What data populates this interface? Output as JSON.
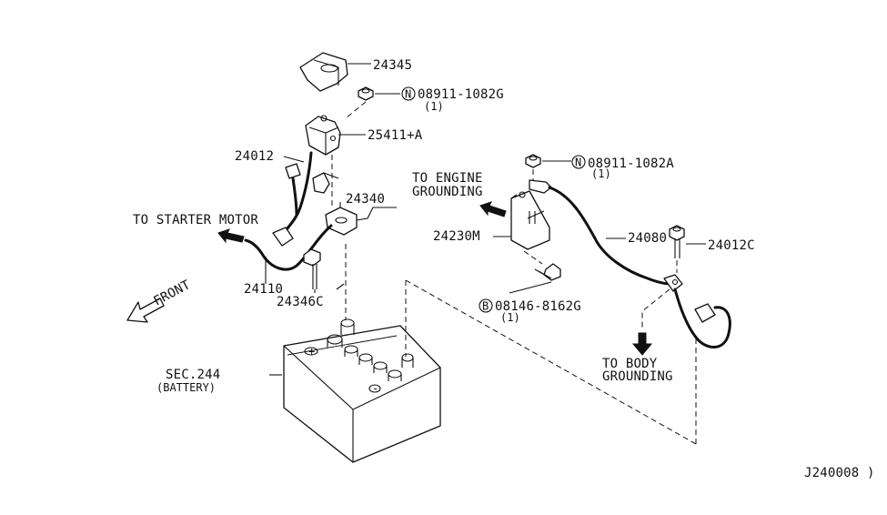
{
  "parts": {
    "p24345": "24345",
    "p08911_1082G": "08911-1082G",
    "p08911_1082G_qty": "(1)",
    "p25411A": "25411+A",
    "p24012": "24012",
    "p24340": "24340",
    "p24110": "24110",
    "p24346C": "24346C",
    "p24230M": "24230M",
    "p08911_1082A": "08911-1082A",
    "p08911_1082A_qty": "(1)",
    "p24080": "24080",
    "p24012C": "24012C",
    "p08146_8162G": "08146-8162G",
    "p08146_8162G_qty": "(1)"
  },
  "symbols": {
    "nut_letter": "N",
    "bolt_letter": "B"
  },
  "destinations": {
    "starter_motor": "TO STARTER MOTOR",
    "engine_grounding_1": "TO ENGINE",
    "engine_grounding_2": "GROUNDING",
    "body_grounding_1": "TO BODY",
    "body_grounding_2": "GROUNDING"
  },
  "battery": {
    "sec": "SEC.244",
    "name": "(BATTERY)"
  },
  "front_label": "FRONT",
  "diagram_code": "J240008 )"
}
